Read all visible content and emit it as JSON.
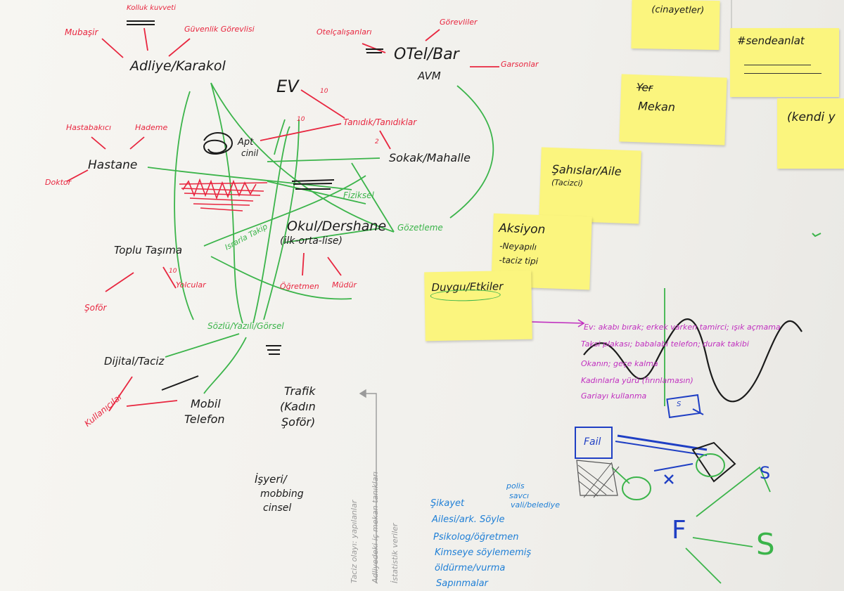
{
  "board": {
    "nodes": {
      "adliye": "Adliye/Karakol",
      "ev": "EV",
      "otel": "OTel/Bar",
      "avm": "AVM",
      "hastane": "Hastane",
      "apt": "Apt",
      "cinil": "cinil",
      "sokak": "Sokak/Mahalle",
      "okul": "Okul/Dershane",
      "okul_sub": "(ilk-orta-lise)",
      "toplu": "Toplu Taşıma",
      "dijital": "Dijital/Taciz",
      "mobil_1": "Mobil",
      "mobil_2": "Telefon",
      "trafik_1": "Trafik",
      "trafik_2": "(Kadın",
      "trafik_3": "Şoför)",
      "isyeri_1": "İşyeri/",
      "isyeri_2": "mobbing",
      "isyeri_3": "cinsel"
    },
    "red_labels": {
      "muhasir": "Mubaşir",
      "kolluk": "Kolluk kuvveti",
      "guvenlik": "Güvenlik Görevlisi",
      "otelcalisanlari": "Otelçalışanları",
      "gorevliler": "Görevliler",
      "garsonlar": "Garsonlar",
      "tanidik": "Tanıdık/Tanıdıklar",
      "hastabakici": "Hastabakıcı",
      "hademe": "Hademe",
      "doktor": "Doktor",
      "sofor": "Şoför",
      "yolcular": "Yolcular",
      "ogretmen": "Öğretmen",
      "mudur": "Müdür",
      "kullanicilar": "Kullanıcılar",
      "n10a": "10",
      "n10b": "10",
      "n2": "2",
      "n10c": "10"
    },
    "green_labels": {
      "fiziksel": "Fiziksel",
      "israrla": "Israrla Takip",
      "gozetleme": "Gözetleme",
      "sozlu": "Sözlü/Yazılı/Görsel"
    },
    "magenta_notes": [
      "Ev: akabı bırak; erkek varken tamirci; ışık açmama",
      "Taksi plakası; babalabi telefon; durak takibi",
      "Okanın; geçe kalma",
      "Kadınlarla yürü (fırınlamasın)",
      "Gariayı kullanma"
    ],
    "blue_notes": {
      "sikayet": "Şikayet",
      "polis": "polis",
      "savci": "savcı",
      "vali": "vali/belediye",
      "ailesi": "Ailesi/ark. Söyle",
      "psikolog": "Psikolog/öğretmen",
      "kimseye": "Kimseye söylememiş",
      "oldurme": "öldürme/vurma",
      "sapinma": "Sapınmalar"
    },
    "gray_notes": [
      "Taciz olayı: yapılanlar",
      "Adliyedeki iç mekan tanıkları",
      "İstatistik veriler"
    ],
    "diagram_labels": {
      "fail": "Fail",
      "s_box": "S"
    },
    "letters": {
      "f": "F",
      "s_lower": "S",
      "s_big": "S"
    }
  },
  "stickies": {
    "cinayetler": "(cinayetler)",
    "sendeanlat": "#sendeanlat",
    "mekan_struck": "Yer",
    "mekan": "Mekan",
    "kendi": "(kendi y",
    "sahislar": "Şahıslar/Aile",
    "sahislar_sub": "(Tacizci)",
    "aksiyon": "Aksiyon",
    "aksiyon_1": "-Neyapılı",
    "aksiyon_2": "-taciz tipi",
    "duygu": "Duygu/Etkiler"
  }
}
